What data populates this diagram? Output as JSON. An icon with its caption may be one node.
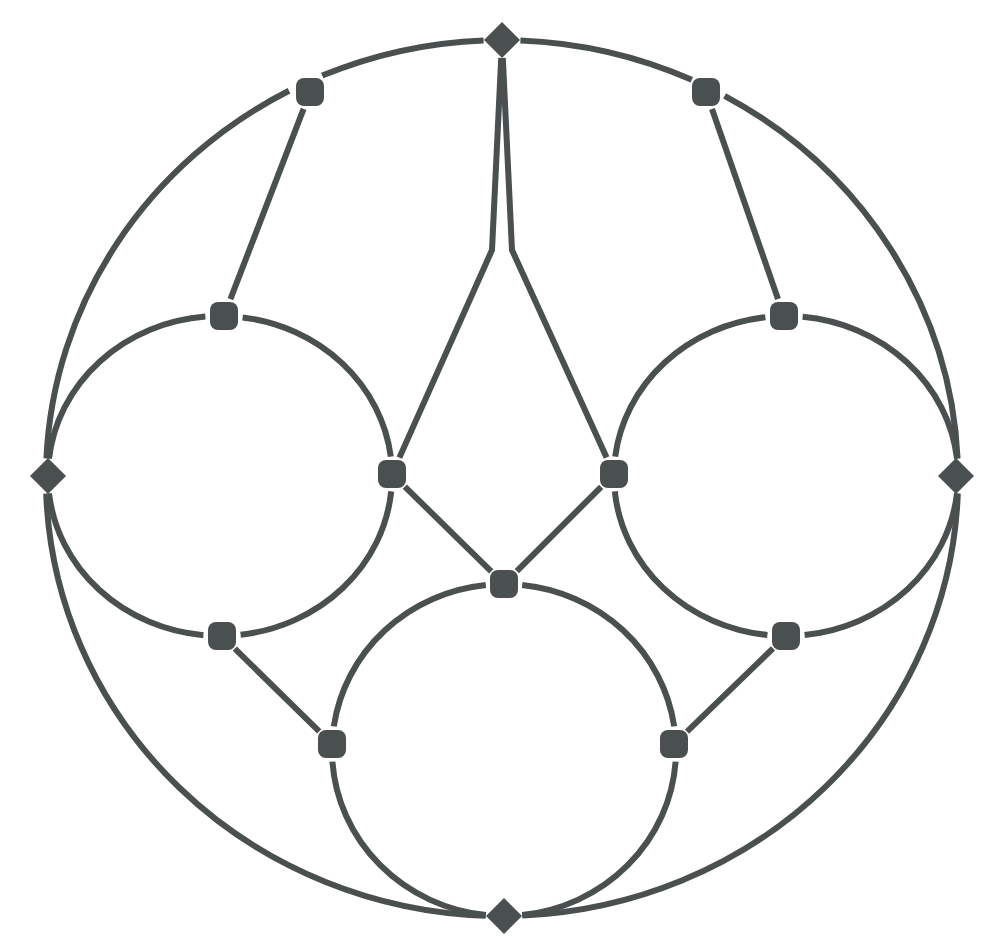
{
  "diagram": {
    "nodes": [
      {
        "text": [],
        "shape": "circle"
      },
      {
        "text": [],
        "shape": "circle"
      },
      {
        "text": [],
        "shape": "circle"
      },
      {
        "text": [],
        "shape": "circle"
      },
      {
        "text": [],
        "shape": "circle"
      },
      {
        "text": [],
        "shape": "circle"
      },
      {
        "text": [],
        "shape": "circle"
      },
      {
        "text": [],
        "shape": "circle"
      },
      {
        "text": [],
        "shape": "circle"
      },
      {
        "text": [],
        "shape": "circle"
      },
      {
        "text": [],
        "shape": "circle"
      },
      {
        "text": [],
        "shape": "circle"
      },
      {
        "text": [],
        "shape": "circle"
      },
      {
        "text": [],
        "shape": "circle"
      },
      {
        "text": [],
        "shape": "circle"
      }
    ],
    "edges": [
      {
        "from": 0,
        "to": 1,
        "arrow": "none"
      },
      {
        "from": 0,
        "to": 2,
        "arrow": "none"
      },
      {
        "from": 0,
        "to": 6,
        "arrow": "none"
      },
      {
        "from": 0,
        "to": 7,
        "arrow": "none"
      },
      {
        "from": 1,
        "to": 3,
        "arrow": "none"
      },
      {
        "from": 1,
        "to": 5,
        "arrow": "none"
      },
      {
        "from": 2,
        "to": 4,
        "arrow": "none"
      },
      {
        "from": 2,
        "to": 8,
        "arrow": "none"
      },
      {
        "from": 3,
        "to": 5,
        "arrow": "none"
      },
      {
        "from": 3,
        "to": 6,
        "arrow": "none"
      },
      {
        "from": 4,
        "to": 7,
        "arrow": "none"
      },
      {
        "from": 4,
        "to": 8,
        "arrow": "none"
      },
      {
        "from": 5,
        "to": 10,
        "arrow": "none"
      },
      {
        "from": 5,
        "to": 14,
        "arrow": "none"
      },
      {
        "from": 6,
        "to": 10,
        "arrow": "none"
      },
      {
        "from": 6,
        "to": 9,
        "arrow": "none"
      },
      {
        "from": 7,
        "to": 11,
        "arrow": "none"
      },
      {
        "from": 7,
        "to": 9,
        "arrow": "none"
      },
      {
        "from": 8,
        "to": 11,
        "arrow": "none"
      },
      {
        "from": 8,
        "to": 14,
        "arrow": "none"
      },
      {
        "from": 9,
        "to": 12,
        "arrow": "none"
      },
      {
        "from": 9,
        "to": 13,
        "arrow": "none"
      },
      {
        "from": 10,
        "to": 12,
        "arrow": "none"
      },
      {
        "from": 11,
        "to": 13,
        "arrow": "none"
      },
      {
        "from": 12,
        "to": 14,
        "arrow": "none"
      },
      {
        "from": 13,
        "to": 14,
        "arrow": "none"
      }
    ]
  }
}
